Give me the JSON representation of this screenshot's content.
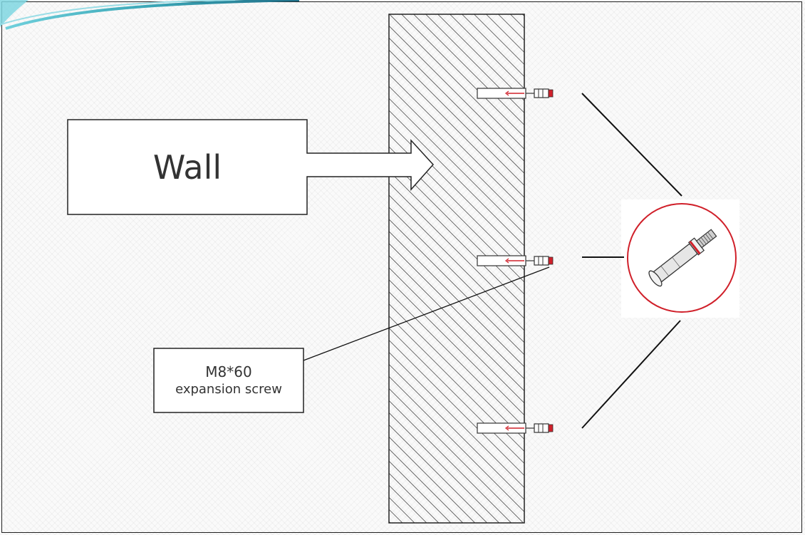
{
  "wall_label": "Wall",
  "screw_callout": {
    "model": "M8*60",
    "description": "expansion screw"
  },
  "colors": {
    "line": "#1a1a1a",
    "hatch": "#444444",
    "accent_red": "#d0202a",
    "corner_swoosh": "#3aa6b6"
  },
  "anchor_count": 3
}
